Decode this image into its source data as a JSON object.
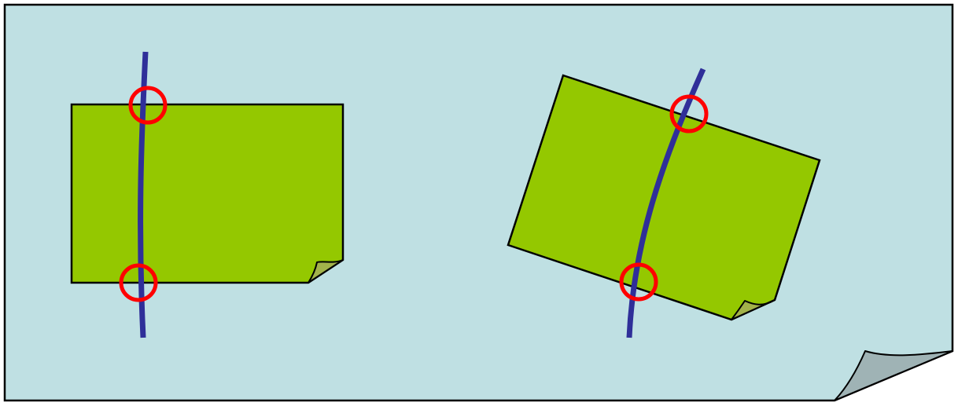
{
  "diagram": {
    "colors": {
      "background_sheet": "#bfe0e3",
      "sheet_curl": "#9fb3b5",
      "outline": "#000000",
      "note_fill": "#94c800",
      "note_curl": "#a2b24a",
      "curve": "#2f2f99",
      "intersection_marker": "#ff0000"
    },
    "notes": [
      {
        "name": "left-note",
        "rotation_deg": 0,
        "curl_corner": "bottom-right"
      },
      {
        "name": "right-note",
        "rotation_deg": 15,
        "curl_corner": "bottom-right"
      }
    ],
    "curves": [
      {
        "name": "left-curve",
        "crosses_note": "left-note",
        "intersections": 2
      },
      {
        "name": "right-curve",
        "crosses_note": "right-note",
        "intersections": 2
      }
    ]
  }
}
